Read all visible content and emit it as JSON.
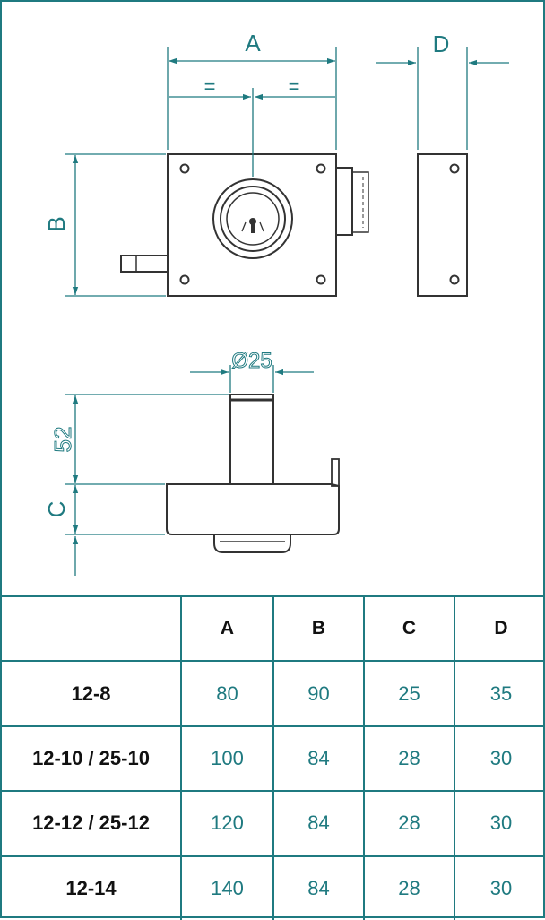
{
  "drawing": {
    "front_labels": {
      "a": "A",
      "b": "B",
      "d": "D",
      "equal": "="
    },
    "bottom_labels": {
      "diameter": "Ø25",
      "depth": "52",
      "c": "C"
    }
  },
  "table": {
    "headers": [
      "",
      "A",
      "B",
      "C",
      "D"
    ],
    "rows": [
      {
        "model": "12-8",
        "a": "80",
        "b": "90",
        "c": "25",
        "d": "35"
      },
      {
        "model": "12-10 / 25-10",
        "a": "100",
        "b": "84",
        "c": "28",
        "d": "30"
      },
      {
        "model": "12-12 / 25-12",
        "a": "120",
        "b": "84",
        "c": "28",
        "d": "30"
      },
      {
        "model": "12-14",
        "a": "140",
        "b": "84",
        "c": "28",
        "d": "30"
      }
    ]
  },
  "colors": {
    "accent": "#1f7a80",
    "line": "#333333"
  }
}
